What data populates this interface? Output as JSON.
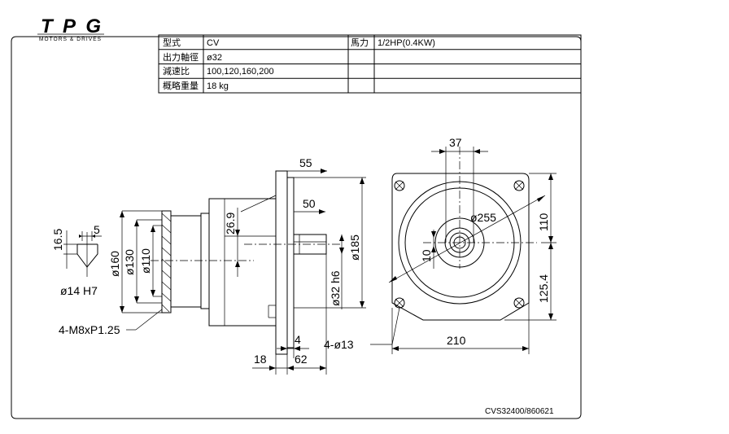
{
  "logo": {
    "mark": "TPG",
    "subtitle": "MOTORS & DRIVES"
  },
  "spec_table": {
    "rows": [
      {
        "label": "型式",
        "value": "CV"
      },
      {
        "label": "出力軸徑",
        "value": "ø32"
      },
      {
        "label": "減速比",
        "value": "100,120,160,200"
      },
      {
        "label": "概略重量",
        "value": "18 kg"
      }
    ],
    "power": {
      "label": "馬力",
      "value": "1/2HP(0.4KW)"
    }
  },
  "dimensions": {
    "d55": "55",
    "d50": "50",
    "d26_9": "26.9",
    "d185": "ø185",
    "d32h6": "ø32 h6",
    "d18": "18",
    "d4": "4",
    "d62": "62",
    "d4_13": "4-ø13",
    "d37": "37",
    "d255": "ø255",
    "d110_right": "110",
    "d125_4": "125.4",
    "d10": "10",
    "d210": "210",
    "d16_5": "16.5",
    "d5": "5",
    "d14h7": "ø14  H7",
    "d160": "ø160",
    "d130": "ø130",
    "d110_left": "ø110",
    "d4m8": "4-M8xP1.25"
  },
  "drawing_number": "CVS32400/860621"
}
